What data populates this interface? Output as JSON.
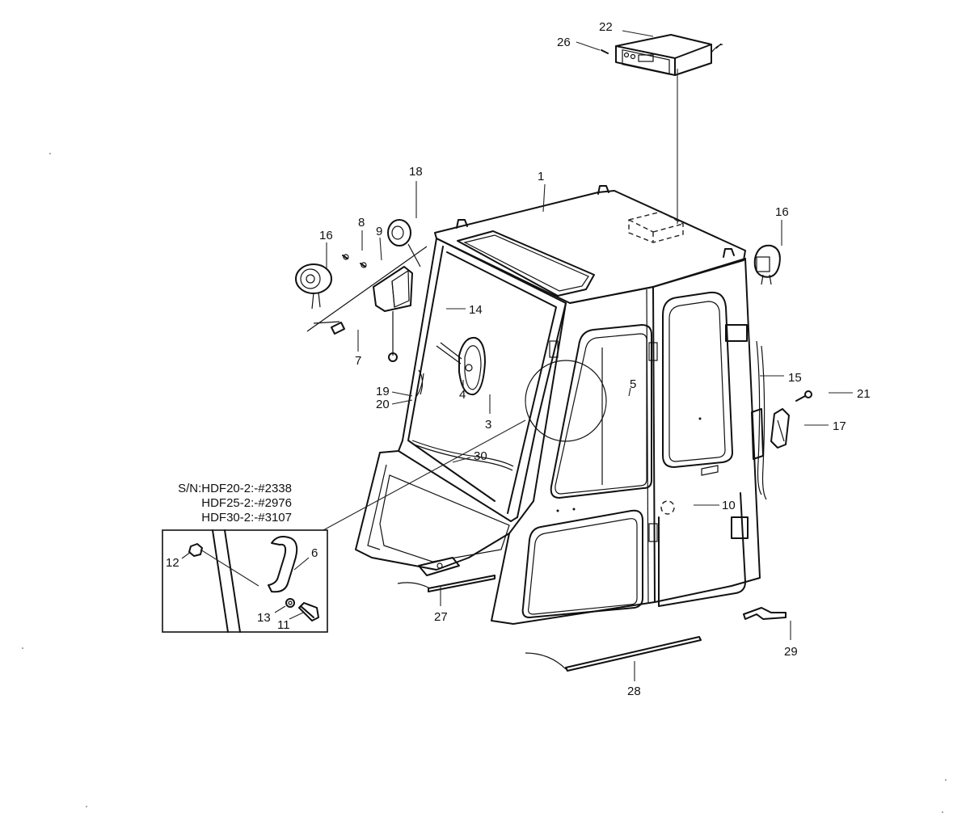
{
  "note": {
    "line1": "S/N:HDF20-2:-#2338",
    "line2": "HDF25-2:-#2976",
    "line3": "HDF30-2:-#3107"
  },
  "labels": {
    "p1": "1",
    "p3": "3",
    "p4": "4",
    "p5": "5",
    "p6": "6",
    "p7": "7",
    "p8": "8",
    "p9": "9",
    "p10": "10",
    "p11": "11",
    "p12": "12",
    "p13": "13",
    "p14": "14",
    "p15": "15",
    "p16a": "16",
    "p16b": "16",
    "p17": "17",
    "p18": "18",
    "p19": "19",
    "p20": "20",
    "p21": "21",
    "p22": "22",
    "p26": "26",
    "p27": "27",
    "p28": "28",
    "p29": "29",
    "p30": "30"
  }
}
